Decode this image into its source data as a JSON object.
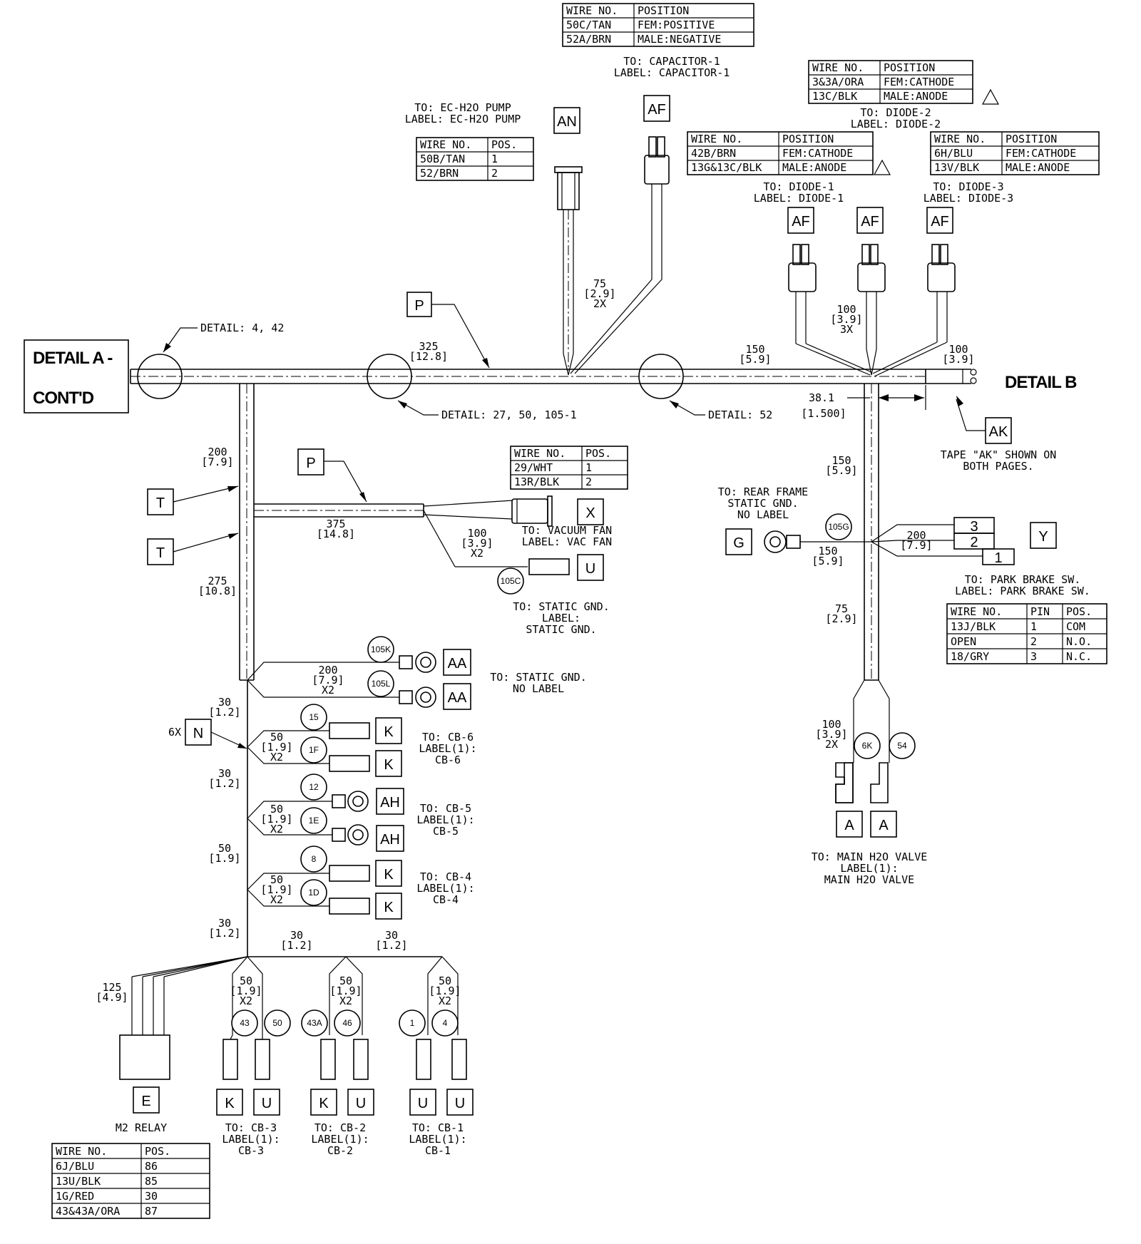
{
  "details": {
    "detail_a": [
      "DETAIL A -",
      "CONT'D"
    ],
    "detail_b": "DETAIL B",
    "detail_4_42": "DETAIL: 4, 42",
    "detail_27": "DETAIL: 27, 50, 105-1",
    "detail_52": "DETAIL: 52"
  },
  "callouts": {
    "P": "P",
    "T": "T",
    "N": "N",
    "X": "X",
    "U": "U",
    "AA": "AA",
    "K": "K",
    "AH": "AH",
    "E": "E",
    "G": "G",
    "Y": "Y",
    "A": "A",
    "AK": "AK",
    "AN": "AN",
    "AF": "AF",
    "six_x": "6X"
  },
  "circle_tags": {
    "t105K": "105K",
    "t105L": "105L",
    "t105C": "105C",
    "t105G": "105G",
    "t15": "15",
    "t1F": "1F",
    "t12": "12",
    "t1E": "1E",
    "t8": "8",
    "t1D": "1D",
    "t43": "43",
    "t50": "50",
    "t43A": "43A",
    "t46": "46",
    "t1": "1",
    "t4": "4",
    "t6K": "6K",
    "t54": "54"
  },
  "pins_y": [
    "3",
    "2",
    "1"
  ],
  "dimensions": {
    "d325": [
      "325",
      "[12.8]"
    ],
    "d75top": [
      "75",
      "[2.9]",
      "2X"
    ],
    "d150top": [
      "150",
      "[5.9]"
    ],
    "d100_3x": [
      "100",
      "[3.9]",
      "3X"
    ],
    "d100tape": [
      "100",
      "[3.9]"
    ],
    "d381": [
      "38.1",
      "[1.500]"
    ],
    "d200left": [
      "200",
      "[7.9]"
    ],
    "d375": [
      "375",
      "[14.8]"
    ],
    "d100_vf": [
      "100",
      "[3.9]",
      "X2"
    ],
    "d275": [
      "275",
      "[10.8]"
    ],
    "d200aa": [
      "200",
      "[7.9]",
      "X2"
    ],
    "d30a": [
      "30",
      "[1.2]"
    ],
    "d50cb6": [
      "50",
      "[1.9]",
      "X2"
    ],
    "d30b": [
      "30",
      "[1.2]"
    ],
    "d50cb5": [
      "50",
      "[1.9]",
      "X2"
    ],
    "d50mid": [
      "50",
      "[1.9]"
    ],
    "d50cb4": [
      "50",
      "[1.9]",
      "X2"
    ],
    "d30c": [
      "30",
      "[1.2]"
    ],
    "d30d": [
      "30",
      "[1.2]"
    ],
    "d30e": [
      "30",
      "[1.2]"
    ],
    "d125": [
      "125",
      "[4.9]"
    ],
    "d50b1": [
      "50",
      "[1.9]",
      "X2"
    ],
    "d50b2": [
      "50",
      "[1.9]",
      "X2"
    ],
    "d50b3": [
      "50",
      "[1.9]",
      "X2"
    ],
    "d150r": [
      "150",
      "[5.9]"
    ],
    "d200y": [
      "200",
      "[7.9]"
    ],
    "d150g": [
      "150",
      "[5.9]"
    ],
    "d75r": [
      "75",
      "[2.9]"
    ],
    "d100mv": [
      "100",
      "[3.9]",
      "2X"
    ]
  },
  "labels": {
    "capacitor": [
      "TO: CAPACITOR-1",
      "LABEL: CAPACITOR-1"
    ],
    "pump": [
      "TO: EC-H2O PUMP",
      "LABEL: EC-H2O PUMP"
    ],
    "diode1": [
      "TO: DIODE-1",
      "LABEL: DIODE-1"
    ],
    "diode2": [
      "TO: DIODE-2",
      "LABEL: DIODE-2"
    ],
    "diode3": [
      "TO: DIODE-3",
      "LABEL: DIODE-3"
    ],
    "vacfan": [
      "TO: VACUUM FAN",
      "LABEL: VAC FAN"
    ],
    "static_c": [
      "TO: STATIC GND.",
      "LABEL:",
      "STATIC GND."
    ],
    "static_aa": [
      "TO: STATIC GND.",
      "NO LABEL"
    ],
    "cb6": [
      "TO: CB-6",
      "LABEL(1):",
      "CB-6"
    ],
    "cb5": [
      "TO: CB-5",
      "LABEL(1):",
      "CB-5"
    ],
    "cb4": [
      "TO: CB-4",
      "LABEL(1):",
      "CB-4"
    ],
    "cb3": [
      "TO: CB-3",
      "LABEL(1):",
      "CB-3"
    ],
    "cb2": [
      "TO: CB-2",
      "LABEL(1):",
      "CB-2"
    ],
    "cb1": [
      "TO: CB-1",
      "LABEL(1):",
      "CB-1"
    ],
    "m2relay": "M2 RELAY",
    "rearframe": [
      "TO: REAR FRAME",
      "STATIC GND.",
      "NO LABEL"
    ],
    "parkbrake": [
      "TO: PARK BRAKE SW.",
      "LABEL: PARK BRAKE SW."
    ],
    "mainvalve": [
      "TO: MAIN H2O VALVE",
      "LABEL(1):",
      "MAIN H2O VALVE"
    ],
    "tape": [
      "TAPE \"AK\" SHOWN ON",
      "BOTH PAGES."
    ]
  },
  "tables": {
    "capacitor": {
      "header": [
        "WIRE NO.",
        "POSITION"
      ],
      "rows": [
        [
          "50C/TAN",
          "FEM:POSITIVE"
        ],
        [
          "52A/BRN",
          "MALE:NEGATIVE"
        ]
      ]
    },
    "diode2": {
      "header": [
        "WIRE NO.",
        "POSITION"
      ],
      "rows": [
        [
          "3&3A/ORA",
          "FEM:CATHODE"
        ],
        [
          "13C/BLK",
          "MALE:ANODE"
        ]
      ]
    },
    "diode1": {
      "header": [
        "WIRE NO.",
        "POSITION"
      ],
      "rows": [
        [
          "42B/BRN",
          "FEM:CATHODE"
        ],
        [
          "13G&13C/BLK",
          "MALE:ANODE"
        ]
      ]
    },
    "diode3": {
      "header": [
        "WIRE NO.",
        "POSITION"
      ],
      "rows": [
        [
          "6H/BLU",
          "FEM:CATHODE"
        ],
        [
          "13V/BLK",
          "MALE:ANODE"
        ]
      ]
    },
    "pump": {
      "header": [
        "WIRE NO.",
        "POS."
      ],
      "rows": [
        [
          "50B/TAN",
          "1"
        ],
        [
          "52/BRN",
          "2"
        ]
      ]
    },
    "vacfan": {
      "header": [
        "WIRE NO.",
        "POS."
      ],
      "rows": [
        [
          "29/WHT",
          "1"
        ],
        [
          "13R/BLK",
          "2"
        ]
      ]
    },
    "parkbrake": {
      "header": [
        "WIRE NO.",
        "PIN",
        "POS."
      ],
      "rows": [
        [
          "13J/BLK",
          "1",
          "COM"
        ],
        [
          "OPEN",
          "2",
          "N.O."
        ],
        [
          "18/GRY",
          "3",
          "N.C."
        ]
      ]
    },
    "m2relay": {
      "header": [
        "WIRE NO.",
        "POS."
      ],
      "rows": [
        [
          "6J/BLU",
          "86"
        ],
        [
          "13U/BLK",
          "85"
        ],
        [
          "1G/RED",
          "30"
        ],
        [
          "43&43A/ORA",
          "87"
        ]
      ]
    }
  }
}
